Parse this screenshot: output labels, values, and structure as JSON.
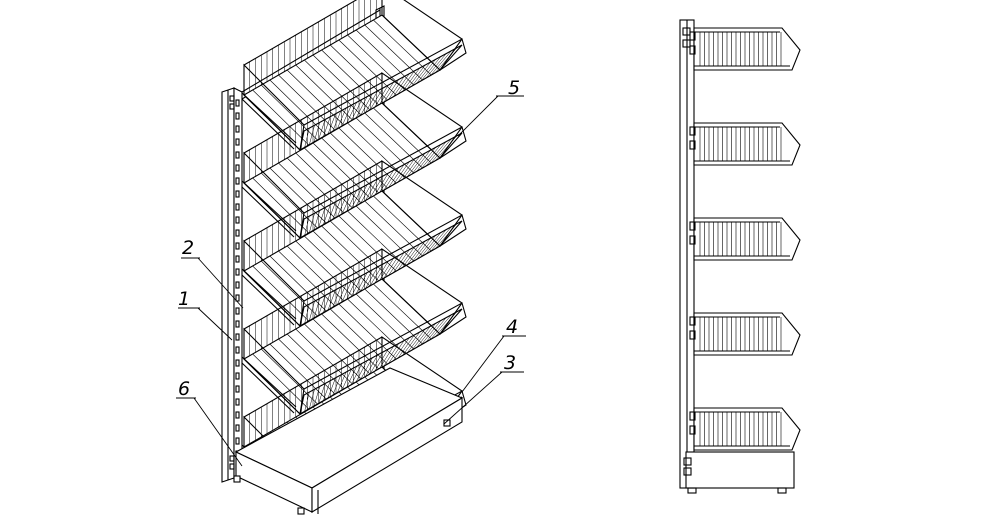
{
  "callouts": [
    {
      "id": "1",
      "label": "1"
    },
    {
      "id": "2",
      "label": "2"
    },
    {
      "id": "3",
      "label": "3"
    },
    {
      "id": "4",
      "label": "4"
    },
    {
      "id": "5",
      "label": "5"
    },
    {
      "id": "6",
      "label": "6"
    }
  ],
  "views": {
    "isometric": {
      "shelf_count": 5
    },
    "side": {
      "shelf_count": 5
    }
  },
  "colors": {
    "line": "#000000",
    "background": "#ffffff"
  }
}
